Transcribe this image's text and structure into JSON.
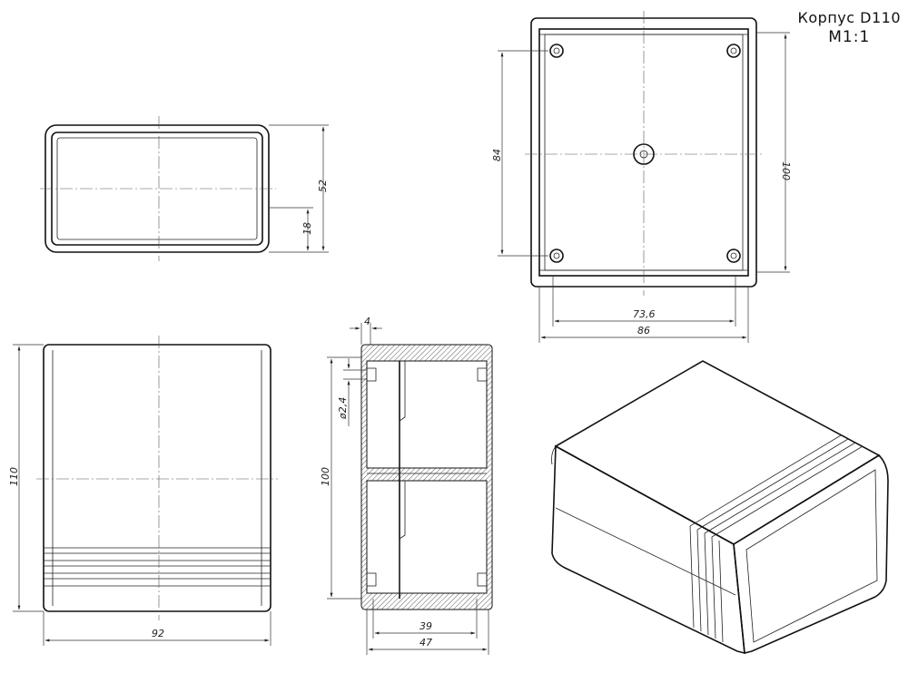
{
  "title": {
    "name": "Корпус D110",
    "scale": "М1:1"
  },
  "dimensions": {
    "front_height": "52",
    "front_lower": "18",
    "top_depth": "84",
    "top_height": "100",
    "top_inner_width": "73,6",
    "top_width": "86",
    "side_length": "110",
    "side_width": "92",
    "section_wall": "4",
    "section_hole": "ø2,4",
    "section_height": "100",
    "section_inner": "39",
    "section_width": "47"
  }
}
